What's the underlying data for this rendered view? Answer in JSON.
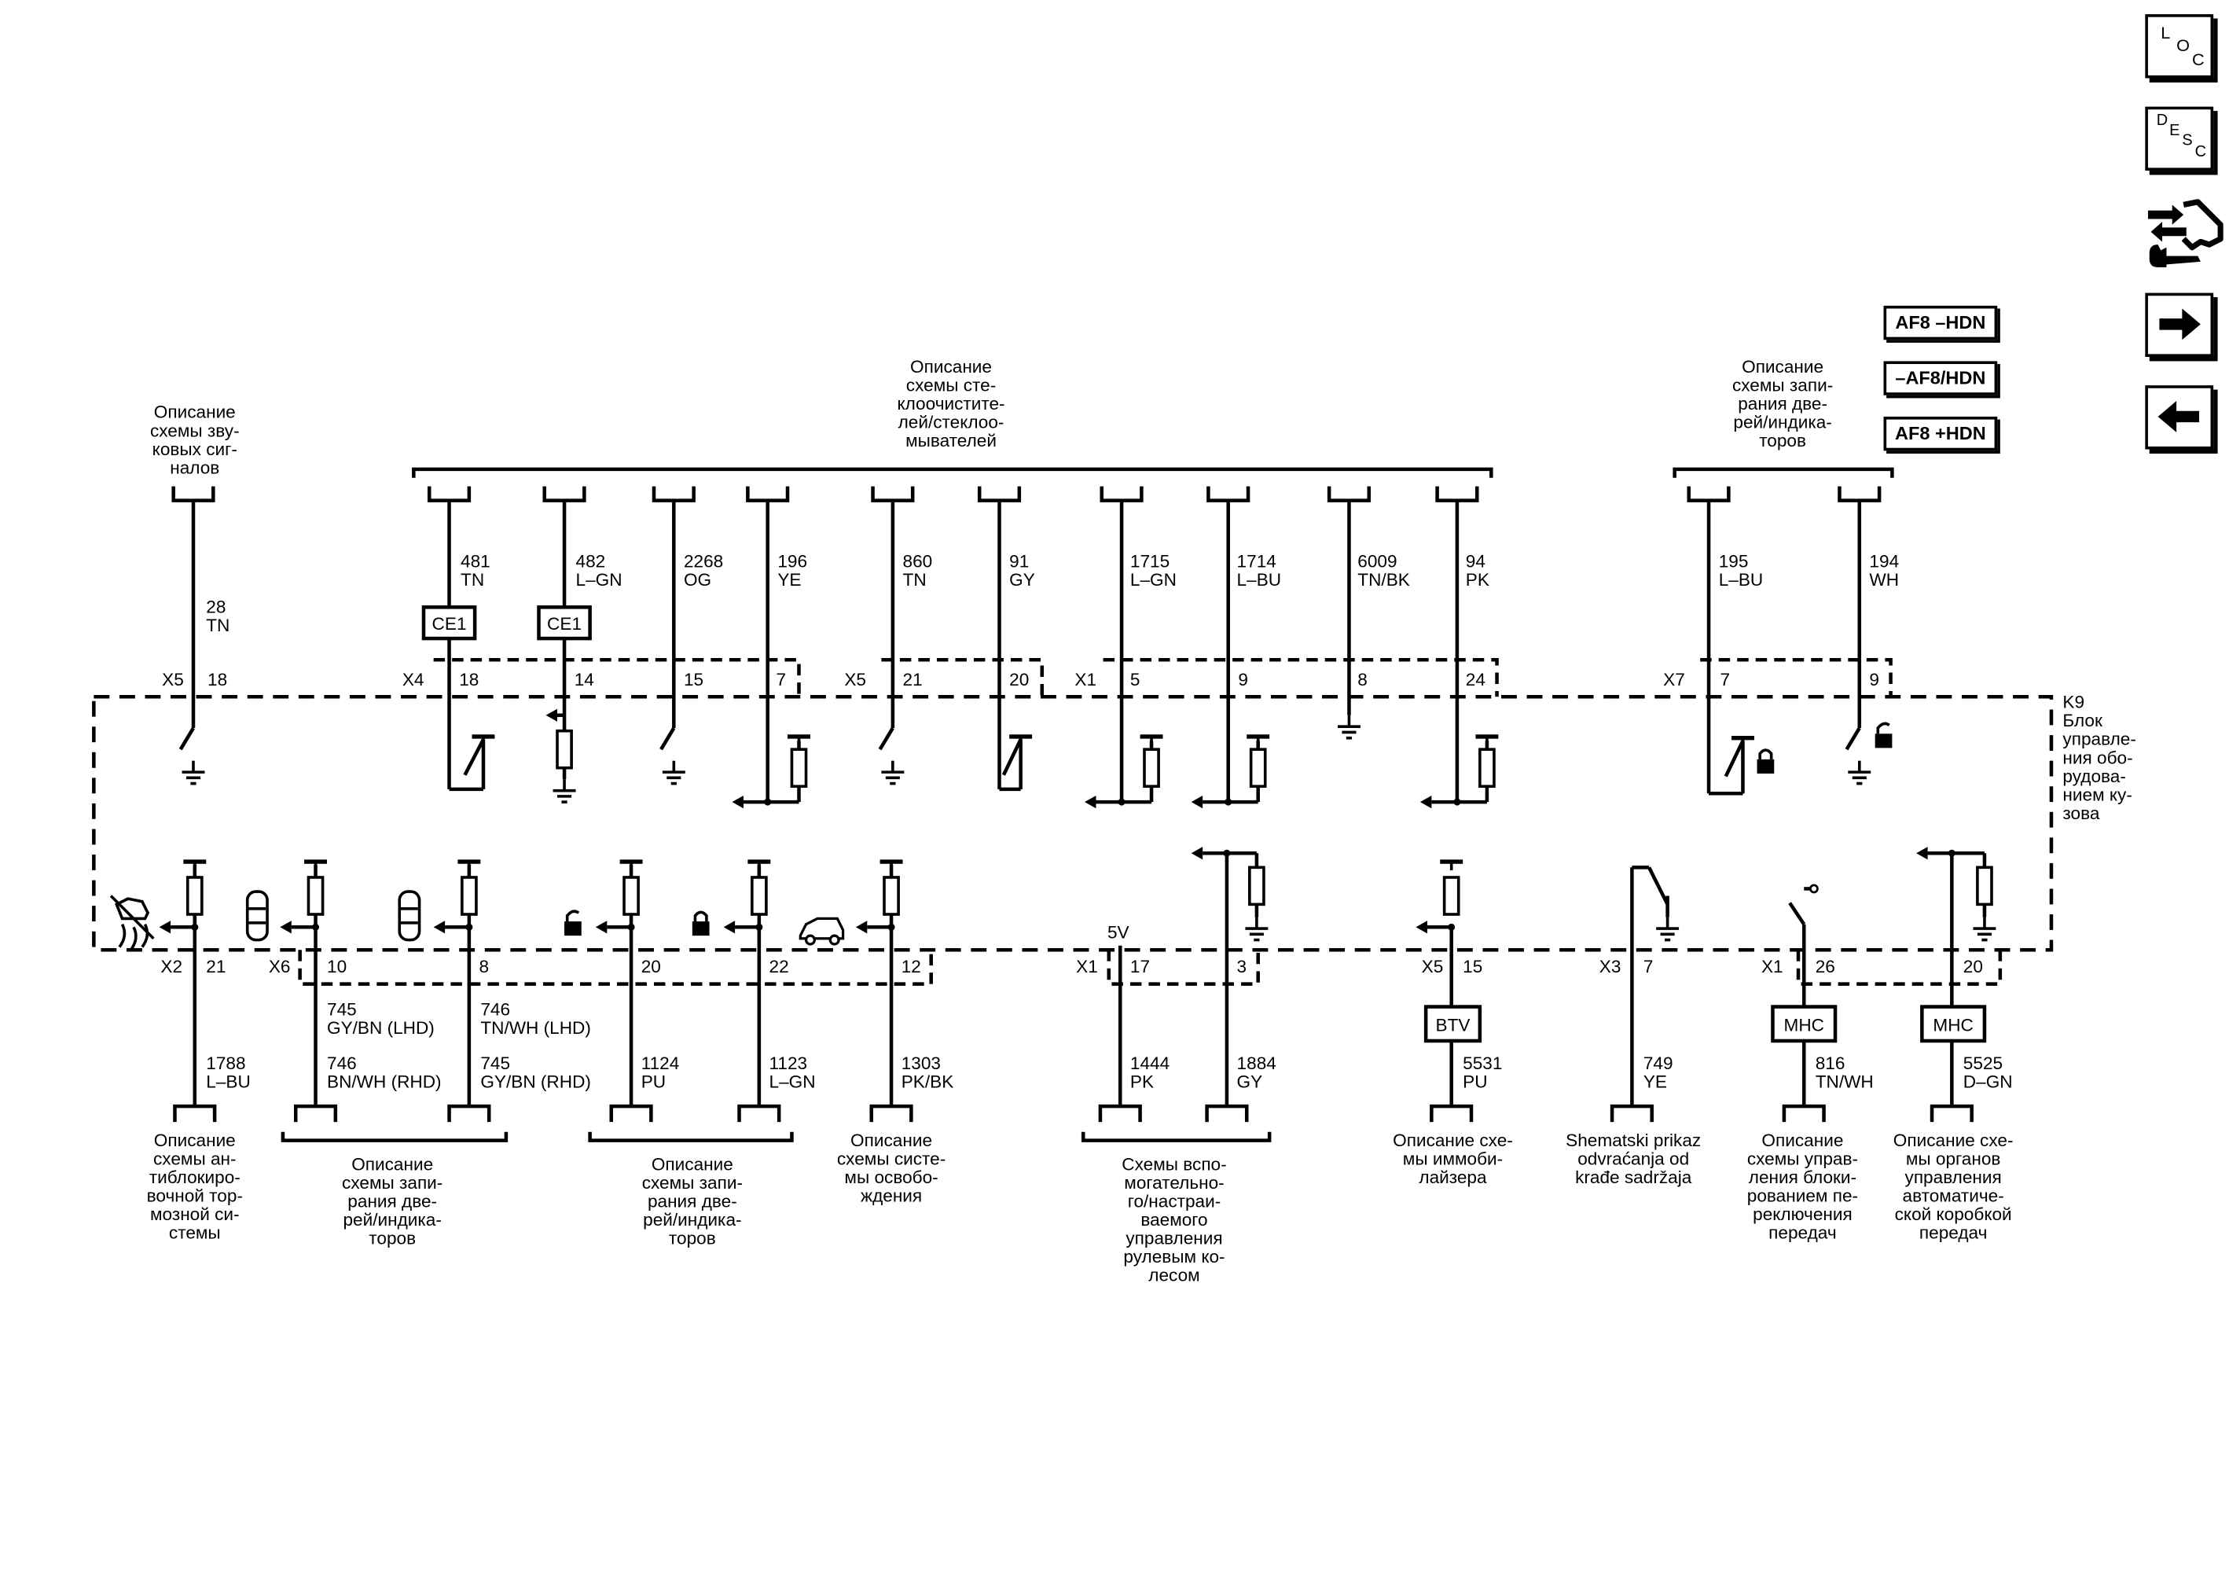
{
  "nav": {
    "loc": [
      "L",
      "O",
      "C"
    ],
    "desc": [
      "D",
      "E",
      "S",
      "C"
    ],
    "options": [
      "AF8 –HDN",
      "–AF8/HDN",
      "AF8 +HDN"
    ]
  },
  "module": [
    "K9",
    "Блок",
    "управле-",
    "ния обо-",
    "рудова-",
    "нием ку-",
    "зова"
  ],
  "top_refs": {
    "horn": [
      "Описание",
      "схемы зву-",
      "ковых сиг-",
      "налов"
    ],
    "wiper": [
      "Описание",
      "схемы сте-",
      "клоочистите-",
      "лей/стеклоо-",
      "мывателей"
    ],
    "door_top": [
      "Описание",
      "схемы запи-",
      "рания две-",
      "рей/индика-",
      "торов"
    ]
  },
  "top_wires": [
    {
      "circuit": "28",
      "color": "TN"
    },
    {
      "circuit": "481",
      "color": "TN"
    },
    {
      "circuit": "482",
      "color": "L–GN"
    },
    {
      "circuit": "2268",
      "color": "OG"
    },
    {
      "circuit": "196",
      "color": "YE"
    },
    {
      "circuit": "860",
      "color": "TN"
    },
    {
      "circuit": "91",
      "color": "GY"
    },
    {
      "circuit": "1715",
      "color": "L–GN"
    },
    {
      "circuit": "1714",
      "color": "L–BU"
    },
    {
      "circuit": "6009",
      "color": "TN/BK"
    },
    {
      "circuit": "94",
      "color": "PK"
    },
    {
      "circuit": "195",
      "color": "L–BU"
    },
    {
      "circuit": "194",
      "color": "WH"
    }
  ],
  "ce1": "CE1",
  "top_connectors": [
    "X5",
    "X4",
    "X5",
    "X1",
    "X7"
  ],
  "top_pins": [
    "18",
    "18",
    "14",
    "15",
    "7",
    "21",
    "20",
    "5",
    "9",
    "8",
    "24",
    "7",
    "9"
  ],
  "bottom_connectors": [
    "X2",
    "X6",
    "X1",
    "X5",
    "X3",
    "X1"
  ],
  "bottom_pins": [
    "21",
    "10",
    "8",
    "20",
    "22",
    "12",
    "17",
    "3",
    "15",
    "7",
    "26",
    "20"
  ],
  "v5": "5V",
  "inline": {
    "btv": "BTV",
    "mhc": "MHC"
  },
  "bottom_wires": [
    {
      "circuit": "1788",
      "color": "L–BU"
    },
    {
      "circuit": "745",
      "color": "GY/BN (LHD)",
      "circuit2": "746",
      "color2": "BN/WH (RHD)"
    },
    {
      "circuit": "746",
      "color": "TN/WH (LHD)",
      "circuit2": "745",
      "color2": "GY/BN (RHD)"
    },
    {
      "circuit": "1124",
      "color": "PU"
    },
    {
      "circuit": "1123",
      "color": "L–GN"
    },
    {
      "circuit": "1303",
      "color": "PK/BK"
    },
    {
      "circuit": "1444",
      "color": "PK"
    },
    {
      "circuit": "1884",
      "color": "GY"
    },
    {
      "circuit": "5531",
      "color": "PU"
    },
    {
      "circuit": "749",
      "color": "YE"
    },
    {
      "circuit": "816",
      "color": "TN/WH"
    },
    {
      "circuit": "5525",
      "color": "D–GN"
    }
  ],
  "bottom_refs": {
    "abs": [
      "Описание",
      "схемы ан-",
      "тиблокиро-",
      "вочной тор-",
      "мозной си-",
      "стемы"
    ],
    "door1": [
      "Описание",
      "схемы запи-",
      "рания две-",
      "рей/индика-",
      "торов"
    ],
    "door2": [
      "Описание",
      "схемы запи-",
      "рания две-",
      "рей/индика-",
      "торов"
    ],
    "release": [
      "Описание",
      "схемы систе-",
      "мы освобо-",
      "ждения"
    ],
    "steering": [
      "Схемы вспо-",
      "могательно-",
      "го/настраи-",
      "ваемого",
      "управления",
      "рулевым ко-",
      "лесом"
    ],
    "immo": [
      "Описание схе-",
      "мы иммоби-",
      "лайзера"
    ],
    "content": [
      "Shematski prikaz",
      "odvraćanja od",
      "krađe sadržaja"
    ],
    "shiftlock": [
      "Описание",
      "схемы управ-",
      "ления блоки-",
      "рованием пе-",
      "реключения",
      "передач"
    ],
    "trans": [
      "Описание схе-",
      "мы органов",
      "управления",
      "автоматиче-",
      "ской коробкой",
      "передач"
    ]
  }
}
